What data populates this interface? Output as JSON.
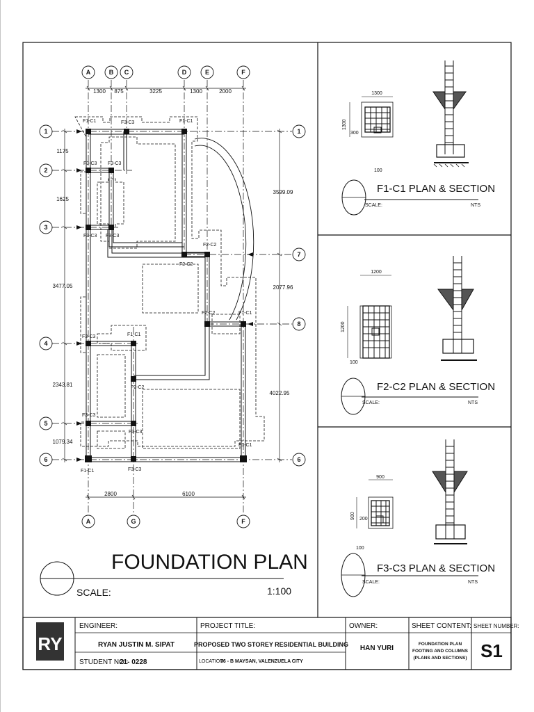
{
  "main": {
    "title": "FOUNDATION PLAN",
    "scale_label": "SCALE:",
    "scale_value": "1:100",
    "grid_top": [
      "A",
      "B",
      "C",
      "D",
      "E",
      "F"
    ],
    "grid_bottom": [
      "A",
      "G",
      "F"
    ],
    "grid_rows": [
      "1",
      "2",
      "3",
      "4",
      "5",
      "6"
    ],
    "grid_right": [
      "1",
      "7",
      "8",
      "6"
    ],
    "dims_top": [
      "1300",
      "875",
      "3225",
      "1300",
      "2000"
    ],
    "dims_bottom": [
      "2800",
      "6100"
    ],
    "dims_left": [
      "1175",
      "1625",
      "3477.05",
      "2343.81",
      "1079.34"
    ],
    "dims_right": [
      "3599.09",
      "2077.96",
      "4022.95"
    ],
    "footing_labels": {
      "f1c1": "F1-C1",
      "f2c2": "F2-C2",
      "f3c3": "F3-C3"
    }
  },
  "details": [
    {
      "title": "F1-C1 PLAN & SECTION",
      "scale_label": "SCALE:",
      "scale_value": "NTS",
      "dim_w": "1300",
      "dim_h": "1300",
      "dim_a": "300",
      "dim_b": "100"
    },
    {
      "title": "F2-C2 PLAN & SECTION",
      "scale_label": "SCALE:",
      "scale_value": "NTS",
      "dim_w": "1200",
      "dim_h": "1200",
      "dim_a": "",
      "dim_b": "100"
    },
    {
      "title": "F3-C3 PLAN & SECTION",
      "scale_label": "SCALE:",
      "scale_value": "NTS",
      "dim_w": "900",
      "dim_h": "900",
      "dim_a": "200",
      "dim_b": "100"
    }
  ],
  "title_block": {
    "logo": "RY",
    "engineer_label": "ENGINEER:",
    "engineer_name": "RYAN JUSTIN M. SIPAT",
    "student_no_label": "STUDENT NO.:",
    "student_no_value": "21- 0228",
    "project_title_label": "PROJECT TITLE:",
    "project_title": "PROPOSED TWO STOREY RESIDENTIAL BUILDING",
    "location_label": "LOCATION:",
    "location_value": "76 - B MAYSAN, VALENZUELA CITY",
    "owner_label": "OWNER:",
    "owner_name": "HAN YURI",
    "sheet_content_label": "SHEET CONTENT:",
    "sheet_content": [
      "FOUNDATION PLAN",
      "FOOTING AND COLUMNS",
      "(PLANS AND SECTIONS)"
    ],
    "sheet_number_label": "SHEET NUMBER:",
    "sheet_number": "S1"
  }
}
